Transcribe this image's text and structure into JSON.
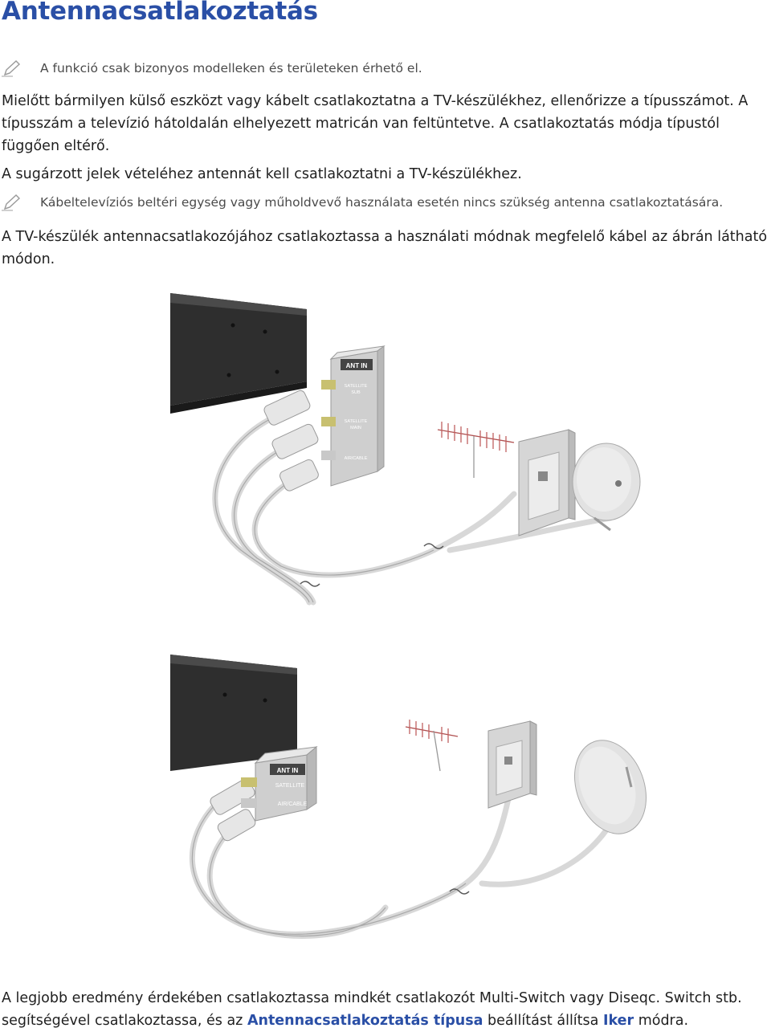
{
  "page": {
    "title": "Antennacsatlakoztatás",
    "note1": "A funkció csak bizonyos modelleken és területeken érhető el.",
    "para1": "Mielőtt bármilyen külső eszközt vagy kábelt csatlakoztatna a TV-készülékhez, ellenőrizze a típusszámot. A típusszám a televízió hátoldalán elhelyezett matricán van feltüntetve. A csatlakoztatás módja típustól függően eltérő.",
    "para2": "A sugárzott jelek vételéhez antennát kell csatlakoztatni a TV-készülékhez.",
    "note2": "Kábeltelevíziós beltéri egység vagy műholdvevő használata esetén nincs szükség antenna csatlakoztatására.",
    "para3": "A TV-készülék antennacsatlakozójához csatlakoztassa a használati módnak megfelelő kábel az ábrán látható módon.",
    "bottom": {
      "text1": "A legjobb eredmény érdekében csatlakoztassa mindkét csatlakozót Multi-Switch vagy Diseqc. Switch stb. segítségével csatlakoztassa, és az ",
      "link1": "Antennacsatlakoztatás típusa",
      "text2": " beállítást állítsa ",
      "link2": "Iker",
      "text3": " módra."
    }
  },
  "figure1": {
    "panel_title": "ANT IN",
    "port1": "SATELLITE",
    "port1_sub": "SUB",
    "port2": "SATELLITE",
    "port2_sub": "MAIN",
    "port3": "AIR/CABLE"
  },
  "figure2": {
    "panel_title": "ANT IN",
    "port1": "SATELLITE",
    "port2": "AIR/CABLE"
  },
  "icons": [
    "pencil-note-icon"
  ]
}
